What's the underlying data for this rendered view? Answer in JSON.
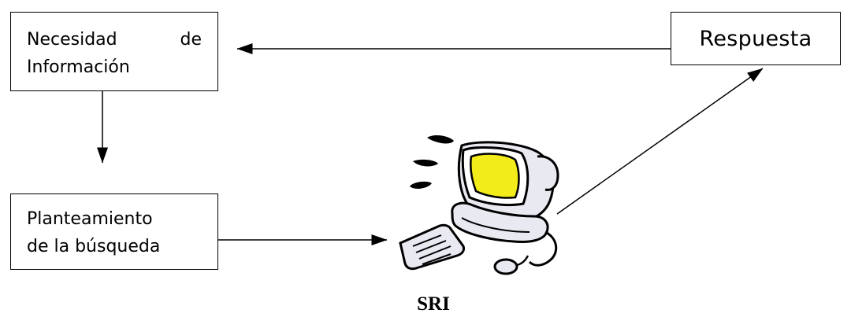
{
  "nodes": {
    "info_need": {
      "line1_word1": "Necesidad",
      "line1_word2": "de",
      "line2": "Información"
    },
    "query": {
      "line1": "Planteamiento",
      "line2": "de la búsqueda"
    },
    "response": {
      "label": "Respuesta"
    },
    "system": {
      "label": "SRI",
      "icon": "computer-clipart-icon"
    }
  },
  "edges": [
    {
      "from": "response",
      "to": "info_need"
    },
    {
      "from": "info_need",
      "to": "query"
    },
    {
      "from": "query",
      "to": "system"
    },
    {
      "from": "system",
      "to": "response"
    }
  ],
  "colors": {
    "screen": "#F2EC1A",
    "monitor_body": "#E9E9F2",
    "outline": "#000000"
  }
}
